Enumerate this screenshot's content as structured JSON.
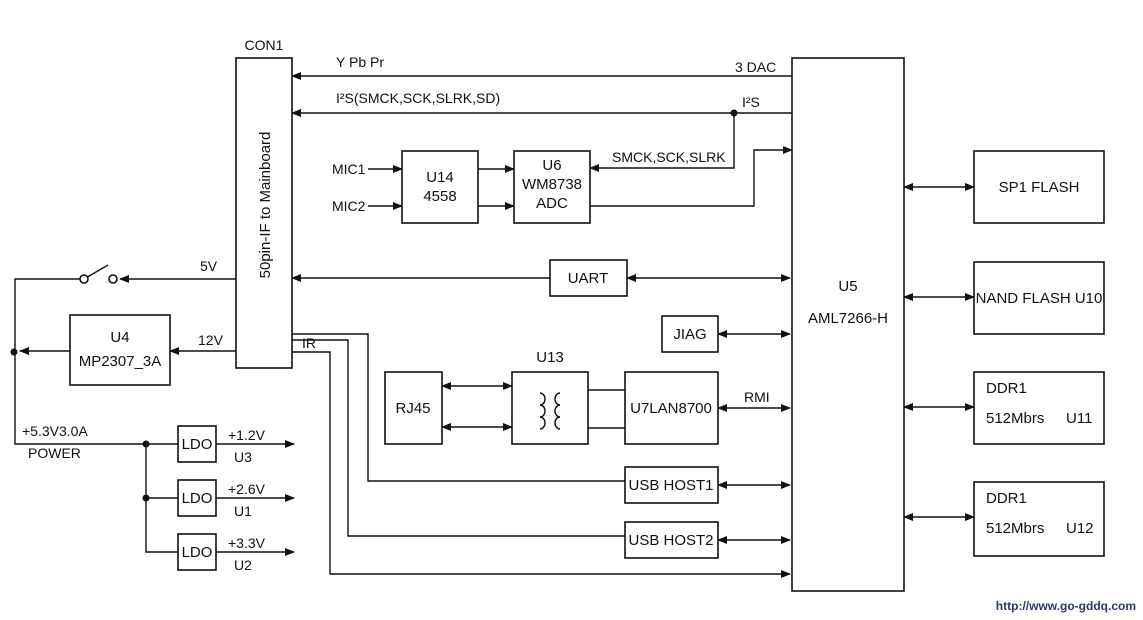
{
  "blocks": {
    "con1": {
      "title": "CON1",
      "label": "50pin-IF to Mainboard"
    },
    "u14": {
      "line1": "U14",
      "line2": "4558"
    },
    "u6": {
      "line1": "U6",
      "line2": "WM8738",
      "line3": "ADC"
    },
    "uart": {
      "label": "UART"
    },
    "jiag": {
      "label": "JIAG"
    },
    "u13": {
      "label": "U13"
    },
    "rj45": {
      "label": "RJ45"
    },
    "u7": {
      "label": "U7LAN8700"
    },
    "usb1": {
      "label": "USB HOST1"
    },
    "usb2": {
      "label": "USB HOST2"
    },
    "u5": {
      "line1": "U5",
      "line2": "AML7266-H"
    },
    "u4": {
      "line1": "U4",
      "line2": "MP2307_3A"
    },
    "ldo1": {
      "label": "LDO"
    },
    "ldo2": {
      "label": "LDO"
    },
    "ldo3": {
      "label": "LDO"
    },
    "spi": {
      "label": "SP1 FLASH"
    },
    "nand": {
      "label": "NAND FLASH U10"
    },
    "ddr_a": {
      "line1": "DDR1",
      "line2": "512Mbrs",
      "line3": "U11"
    },
    "ddr_b": {
      "line1": "DDR1",
      "line2": "512Mbrs",
      "line3": "U12"
    }
  },
  "signals": {
    "ypbpr": "Y Pb Pr",
    "dac": "3 DAC",
    "i2s_bus": "I²S(SMCK,SCK,SLRK,SD)",
    "i2s": "I²S",
    "smck": "SMCK,SCK,SLRK",
    "mic1": "MIC1",
    "mic2": "MIC2",
    "v5": "5V",
    "v12": "12V",
    "ir": "IR",
    "rmi": "RMI",
    "power_v": "+5.3V3.0A",
    "power": "POWER",
    "out1_v": "+1.2V",
    "out1_u": "U3",
    "out2_v": "+2.6V",
    "out2_u": "U1",
    "out3_v": "+3.3V",
    "out3_u": "U2"
  },
  "watermark": "http://www.go-gddq.com"
}
